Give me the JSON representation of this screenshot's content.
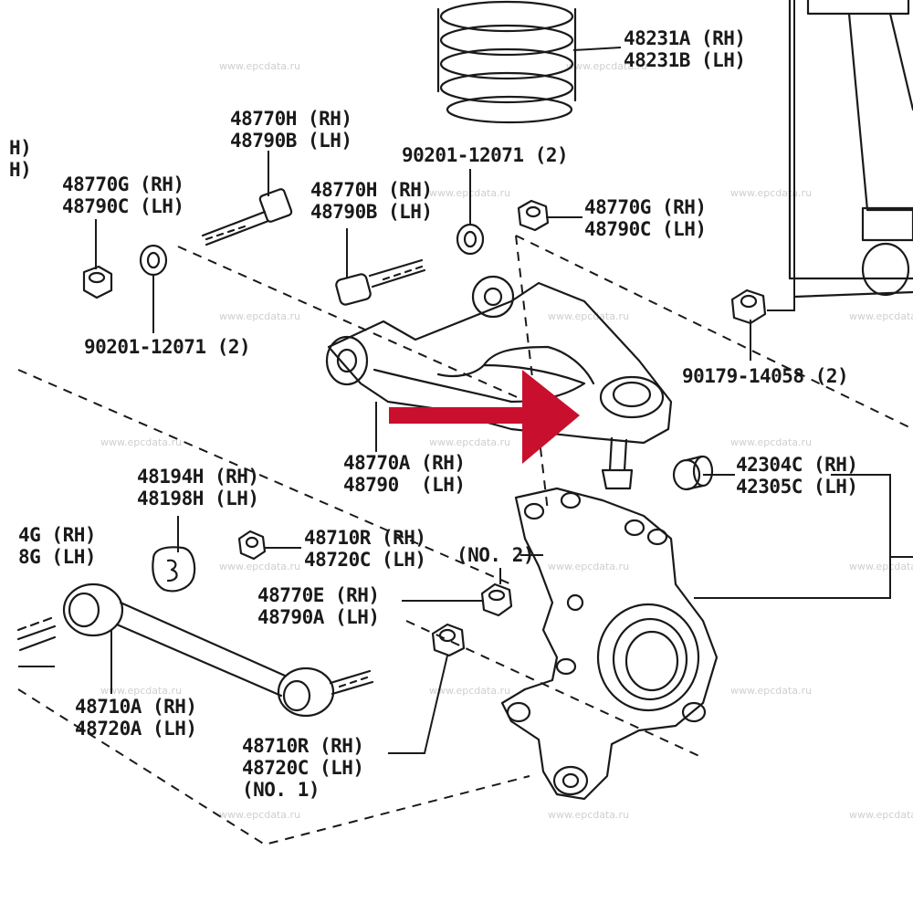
{
  "labels": {
    "spring": "48231A (RH)\n48231B (LH)",
    "bolt_upper_left": "48770H (RH)\n48790B (LH)",
    "nut_upper_left": "48770G (RH)\n48790C (LH)",
    "edge_top_left": "H)\nH)",
    "washer_upper_top": "90201-12071 (2)",
    "bolt_upper_mid": "48770H (RH)\n48790B (LH)",
    "nut_upper_right": "48770G (RH)\n48790C (LH)",
    "washer_left": "90201-12071 (2)",
    "nut_shock": "90179-14058 (2)",
    "upper_arm": "48770A (RH)\n48790  (LH)",
    "bushing_knuckle": "42304C (RH)\n42305C (LH)",
    "stopper": "48194H (RH)\n48198H (LH)",
    "nut_lateral": "48710R (RH)\n48720C (LH)",
    "edge_left_mid": "4G (RH)\n8G (LH)",
    "no2": "(NO. 2)",
    "bushing_no2": "48770E (RH)\n48790A (LH)",
    "lower_arm": "48710A (RH)\n48720A (LH)",
    "nut_no1": "48710R (RH)\n48720C (LH)\n(NO. 1)"
  },
  "watermark": "www.epcdata.ru",
  "colors": {
    "ink": "#1a1a1a",
    "arrow": "#c8102e",
    "background": "#ffffff",
    "watermark": "#cfcfcf"
  }
}
